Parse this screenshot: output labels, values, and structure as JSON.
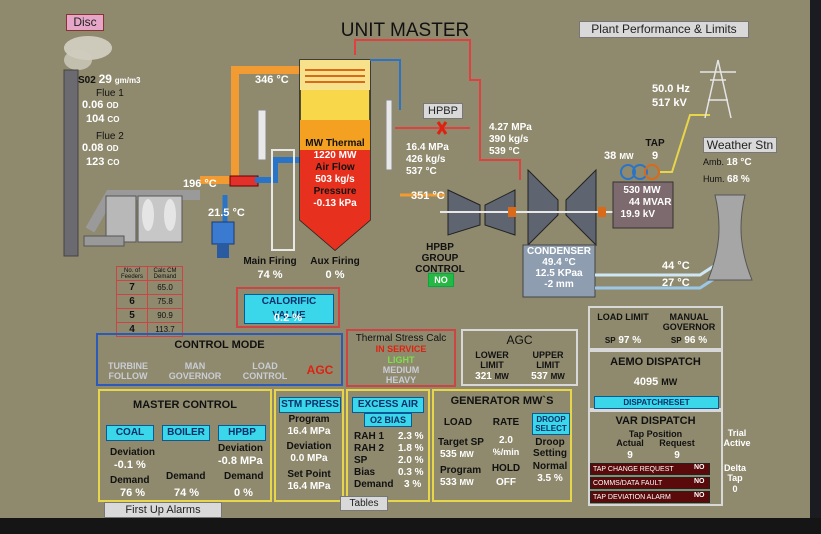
{
  "title": "UNIT MASTER",
  "buttons": {
    "disc": "Disc",
    "plant_perf": "Plant Performance & Limits",
    "weather": "Weather Stn",
    "first_up": "First Up Alarms",
    "tables": "Tables",
    "hpbp": "HPBP",
    "dispatch_reset": "DISPATCHRESET"
  },
  "stack": {
    "so2_label": "S02",
    "so2_value": "29",
    "so2_unit": "gm/m3",
    "flue1_label": "Flue 1",
    "flue1_o2": "0.06",
    "flue1_o2_unit": "OD",
    "flue1_co": "104",
    "flue1_co_unit": "CO",
    "flue2_label": "Flue 2",
    "flue2_o2": "0.08",
    "flue2_o2_unit": "OD",
    "flue2_co": "123",
    "flue2_co_unit": "CO"
  },
  "process": {
    "temp_flue": "196 °C",
    "temp_air": "21.5 °C",
    "temp_top": "346 °C",
    "temp_reheat": "351 °C",
    "boiler_mw_label": "MW Thermal",
    "boiler_mw": "1220 MW",
    "boiler_air_label": "Air Flow",
    "boiler_air": "503 kg/s",
    "boiler_press_label": "Pressure",
    "boiler_press": "-0.13 kPa",
    "hpbp_press": "16.4 MPa",
    "hpbp_flow": "426 kg/s",
    "hpbp_temp": "537 °C",
    "ms_press": "4.27 MPa",
    "ms_flow": "390 kg/s",
    "ms_temp": "539 °C",
    "main_firing_label": "Main Firing",
    "main_firing": "74 %",
    "aux_firing_label": "Aux Firing",
    "aux_firing": "0 %",
    "hpbp_group_label": "HPBP GROUP CONTROL",
    "hpbp_group_value": "NO",
    "condenser_label": "CONDENSER",
    "cond_temp": "49.4 °C",
    "cond_press": "12.5 KPaa",
    "cond_level": "-2 mm",
    "cw_in": "44 °C",
    "cw_out": "27 °C",
    "gen_speed_mw": "38",
    "gen_speed_unit": "MW",
    "tap_label": "TAP",
    "tap_value": "9",
    "gen_mw": "530",
    "gen_mw_unit": "MW",
    "gen_mvar": "44",
    "gen_mvar_unit": "MVAR",
    "gen_kv": "19.9",
    "gen_kv_unit": "kV",
    "grid_hz": "50.0 Hz",
    "grid_kv": "517 kV",
    "amb_label": "Amb.",
    "amb_value": "18 °C",
    "hum_label": "Hum.",
    "hum_value": "68 %"
  },
  "feeders": {
    "col1": "No. of Feeders",
    "col2": "Calc CM Demand",
    "rows": [
      [
        "7",
        "65.0"
      ],
      [
        "6",
        "75.8"
      ],
      [
        "5",
        "90.9"
      ],
      [
        "4",
        "113.7"
      ]
    ]
  },
  "calorific": {
    "label": "CALORIFIC VALUE",
    "value": "0.2 %"
  },
  "control_mode": {
    "title": "CONTROL MODE",
    "opt1": "TURBINE FOLLOW",
    "opt2": "MAN GOVERNOR",
    "opt3": "LOAD CONTROL",
    "active": "AGC"
  },
  "thermal_stress": {
    "title": "Thermal Stress Calc",
    "status": "IN SERVICE",
    "light": "LIGHT",
    "medium": "MEDIUM",
    "heavy": "HEAVY"
  },
  "agc": {
    "title": "AGC",
    "lower_label": "LOWER LIMIT",
    "lower_value": "321",
    "lower_unit": "MW",
    "upper_label": "UPPER LIMIT",
    "upper_value": "537",
    "upper_unit": "MW"
  },
  "limits": {
    "load_label": "LOAD LIMIT",
    "load_sp_label": "SP",
    "load_sp": "97 %",
    "gov_label": "MANUAL GOVERNOR",
    "gov_sp_label": "SP",
    "gov_sp": "96 %"
  },
  "aemo": {
    "title": "AEMO DISPATCH",
    "value": "4095",
    "unit": "MW"
  },
  "var_dispatch": {
    "title": "VAR DISPATCH",
    "tap_pos_label": "Tap Position",
    "actual_label": "Actual",
    "request_label": "Request",
    "actual": "9",
    "request": "9",
    "alarm1": "TAP CHANGE REQUEST",
    "alarm1_val": "NO",
    "alarm2": "COMMS/DATA FAULT",
    "alarm2_val": "NO",
    "alarm3": "TAP DEVIATION ALARM",
    "alarm3_val": "NO",
    "trial": "Trial Active",
    "delta_tap": "Delta Tap",
    "delta_val": "0"
  },
  "master": {
    "title": "MASTER CONTROL",
    "coal": "COAL",
    "boiler": "BOILER",
    "hpbp": "HPBP",
    "dev_label": "Deviation",
    "coal_dev": "-0.1 %",
    "hpbp_dev": "-0.8 MPa",
    "demand_label": "Demand",
    "coal_demand": "76 %",
    "boiler_demand": "74 %",
    "hpbp_demand": "0 %"
  },
  "stm_press": {
    "title": "STM PRESS",
    "prog_label": "Program",
    "prog": "16.4 MPa",
    "dev_label": "Deviation",
    "dev": "0.0 MPa",
    "sp_label": "Set Point",
    "sp": "16.4 MPa"
  },
  "excess_air": {
    "title": "EXCESS AIR",
    "o2": "O2 BIAS",
    "rah1_label": "RAH 1",
    "rah1": "2.3 %",
    "rah2_label": "RAH 2",
    "rah2": "1.8 %",
    "sp_label": "SP",
    "sp": "2.0 %",
    "bias_label": "Bias",
    "bias": "0.3 %",
    "demand_label": "Demand",
    "demand": "3 %"
  },
  "generator": {
    "title": "GENERATOR MW`S",
    "load_h": "LOAD",
    "rate_h": "RATE",
    "droop_btn": "DROOP SELECT",
    "target_label": "Target SP",
    "target": "535",
    "target_unit": "MW",
    "program_label": "Program",
    "program": "533",
    "program_unit": "MW",
    "rate_val": "2.0",
    "rate_unit": "%/min",
    "hold_label": "HOLD",
    "hold_val": "OFF",
    "droop_label": "Droop Setting",
    "droop_mode": "Normal",
    "droop_val": "3.5 %"
  },
  "colors": {
    "background": "#8f8a6e",
    "cyan": "#3ad6ea",
    "border_yellow": "#e8d64a",
    "pipe_orange": "#f29b32",
    "pipe_blue": "#2a74c8"
  }
}
